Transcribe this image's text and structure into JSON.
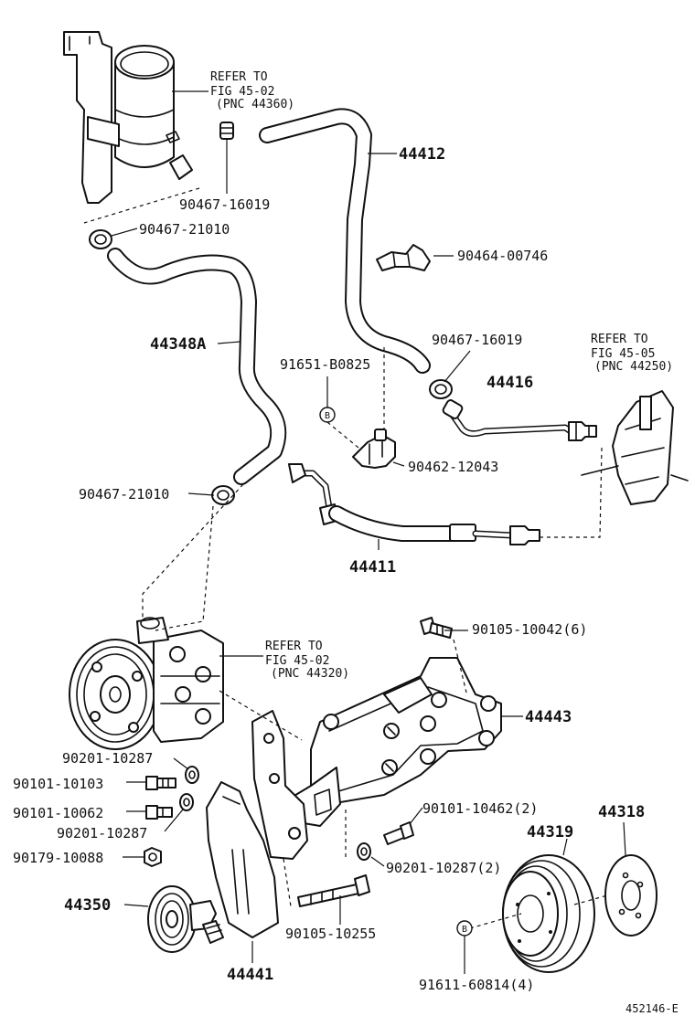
{
  "labels": {
    "refer_reservoir_1": "REFER TO",
    "refer_reservoir_2": "FIG 45-02",
    "refer_reservoir_3": "(PNC 44360)",
    "refer_gear_1": "REFER TO",
    "refer_gear_2": "FIG 45-05",
    "refer_gear_3": "(PNC 44250)",
    "refer_pump_1": "REFER TO",
    "refer_pump_2": "FIG 45-02",
    "refer_pump_3": "(PNC 44320)",
    "p44412": "44412",
    "p90467_16019_a": "90467-16019",
    "p90467_21010_a": "90467-21010",
    "p90464_00746": "90464-00746",
    "p44348A": "44348A",
    "p90467_16019_b": "90467-16019",
    "p91651_B0825": "91651-B0825",
    "p44416": "44416",
    "p90462_12043": "90462-12043",
    "p90467_21010_b": "90467-21010",
    "p44411": "44411",
    "p90105_10042": "90105-10042(6)",
    "p44443": "44443",
    "p90201_10287_a": "90201-10287",
    "p90101_10103": "90101-10103",
    "p90101_10062": "90101-10062",
    "p90201_10287_b": "90201-10287",
    "p90101_10462": "90101-10462(2)",
    "p44318": "44318",
    "p44319": "44319",
    "p90179_10088": "90179-10088",
    "p90201_10287_c": "90201-10287(2)",
    "p44350": "44350",
    "p90105_10255": "90105-10255",
    "p44441": "44441",
    "p91611_60814": "91611-60814(4)",
    "figure_code": "452146-E",
    "mark_b1": "B",
    "mark_b2": "B"
  }
}
